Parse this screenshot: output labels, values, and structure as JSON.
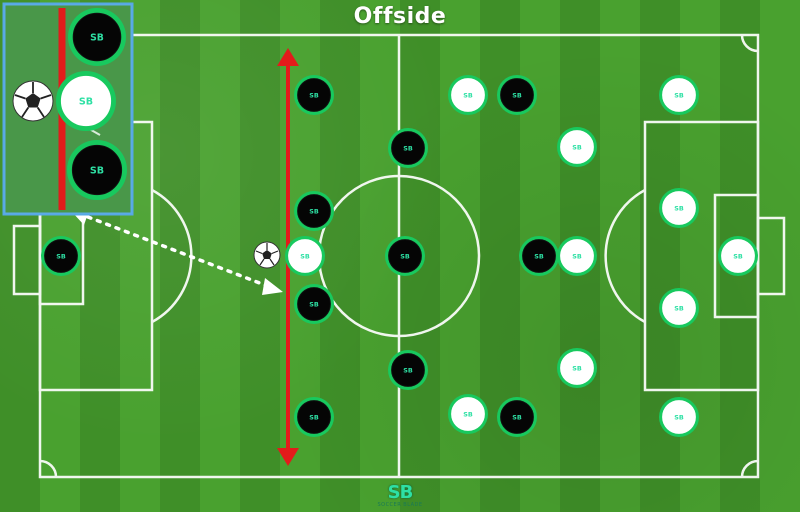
{
  "title": "Offside",
  "player_badge": "SB",
  "brand": {
    "mark": "SB",
    "sub": "SOCCER BLADE"
  },
  "colors": {
    "dark_player": "#050505",
    "light_player": "#ffffff",
    "player_ring": "#18c95e",
    "offside_line": "#e31b1b",
    "pitch_lines": "#ffffff",
    "zoom_frame": "#56a8e6"
  },
  "players": [
    {
      "team": "dark",
      "role": "goalkeeper"
    },
    {
      "team": "dark",
      "role": "defender-top"
    },
    {
      "team": "dark",
      "role": "defender-upper"
    },
    {
      "team": "dark",
      "role": "defender-lower"
    },
    {
      "team": "dark",
      "role": "defender-bottom"
    },
    {
      "team": "dark",
      "role": "midfielder-top"
    },
    {
      "team": "dark",
      "role": "midfielder-center"
    },
    {
      "team": "dark",
      "role": "midfielder-bottom"
    },
    {
      "team": "dark",
      "role": "forward-top"
    },
    {
      "team": "dark",
      "role": "forward-center"
    },
    {
      "team": "dark",
      "role": "forward-bottom"
    },
    {
      "team": "light",
      "role": "attacker-offside"
    },
    {
      "team": "light",
      "role": "midfielder-top"
    },
    {
      "team": "light",
      "role": "midfielder-upper"
    },
    {
      "team": "light",
      "role": "midfielder-center"
    },
    {
      "team": "light",
      "role": "midfielder-lower"
    },
    {
      "team": "light",
      "role": "midfielder-bottom"
    },
    {
      "team": "light",
      "role": "defender-top"
    },
    {
      "team": "light",
      "role": "defender-upper"
    },
    {
      "team": "light",
      "role": "defender-lower"
    },
    {
      "team": "light",
      "role": "defender-bottom"
    },
    {
      "team": "light",
      "role": "goalkeeper"
    }
  ]
}
